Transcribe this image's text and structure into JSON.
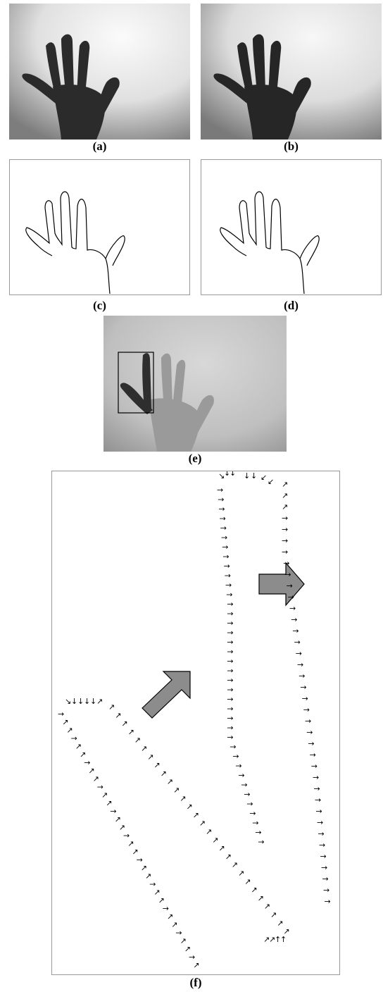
{
  "figure": {
    "captions": {
      "a": "(a)",
      "b": "(b)",
      "c": "(c)",
      "d": "(d)",
      "e": "(e)",
      "f": "(f)"
    }
  },
  "colors": {
    "photo_bg_light": "#f4f4f4",
    "photo_bg_dark": "#8a8a8a",
    "hand_dark": "#2a2a2a",
    "contour": "#000000",
    "arrow_fill": "#8c8c8c",
    "panel_border": "#999999"
  },
  "icons": {
    "chain_code_mark": "direction-arrow-icon",
    "direction_indicator": "block-arrow-icon"
  }
}
